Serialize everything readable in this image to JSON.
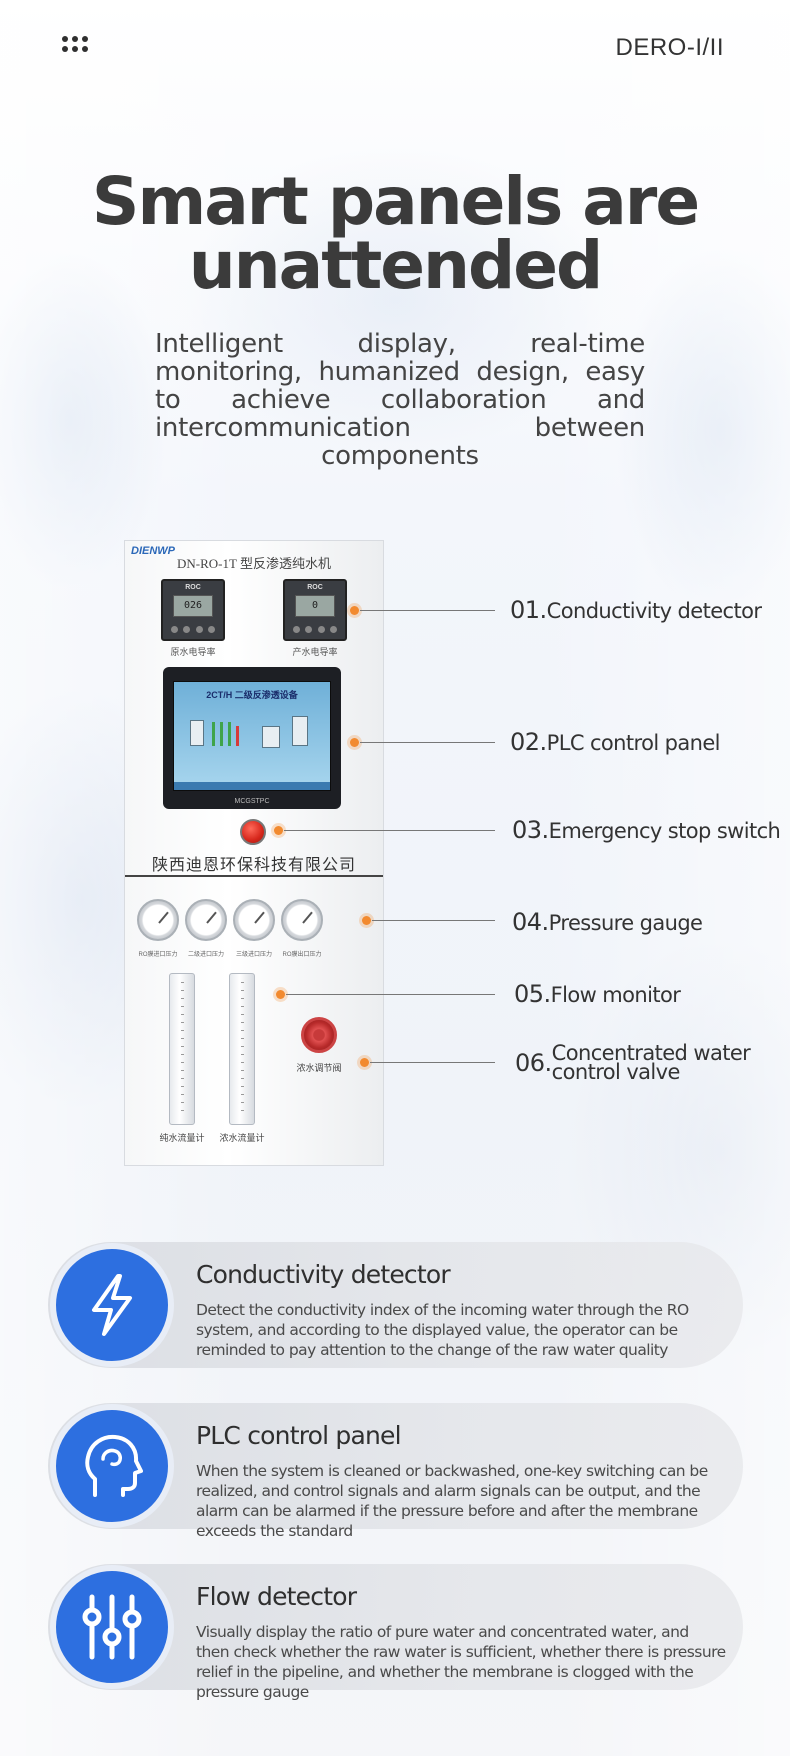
{
  "header": {
    "brand": "DERO-I/II"
  },
  "hero": {
    "title_line1": "Smart panels are",
    "title_line2": "unattended",
    "subtitle": "Intelligent display, real-time monitoring, humanized design, easy to achieve collaboration and intercommunication between components"
  },
  "equipment": {
    "brand_logo": "DIENWP",
    "model": "DN-RO-1T 型反渗透纯水机",
    "meter_left": {
      "logo": "ROC",
      "reading": "026",
      "label": "原水电导率"
    },
    "meter_right": {
      "logo": "ROC",
      "reading": "0",
      "label": "产水电导率"
    },
    "plc_title": "2CT/H 二级反渗透设备",
    "plc_brand": "MCGSTPC",
    "company": "陕西迪恩环保科技有限公司",
    "gauge_labels": [
      "RO膜进口压力",
      "二级进口压力",
      "三级进口压力",
      "RO膜出口压力"
    ],
    "flow_labels": [
      "纯水流量计",
      "浓水流量计"
    ],
    "valve_label": "浓水调节阀"
  },
  "callouts": [
    {
      "num": "01.",
      "label": "Conductivity detector"
    },
    {
      "num": "02.",
      "label": "PLC control panel"
    },
    {
      "num": "03.",
      "label": "Emergency stop switch"
    },
    {
      "num": "04.",
      "label": "Pressure gauge"
    },
    {
      "num": "05.",
      "label": "Flow monitor"
    },
    {
      "num": "06.",
      "label": "Concentrated water control valve"
    }
  ],
  "features": [
    {
      "icon": "lightning-icon",
      "title": "Conductivity detector",
      "description": "Detect the conductivity index of the incoming water through the RO system, and according to the displayed value, the operator can be reminded to pay attention to the change of the raw water quality"
    },
    {
      "icon": "head-icon",
      "title": "PLC control panel",
      "description": "When the system is cleaned or backwashed, one-key switching can be realized, and control signals and alarm signals can be output, and the alarm can be alarmed if the pressure before and after the membrane exceeds the standard"
    },
    {
      "icon": "sliders-icon",
      "title": "Flow detector",
      "description": "Visually display the ratio of pure water and concentrated water, and then check whether the raw water is sufficient, whether there is pressure relief in the pipeline, and whether the membrane is clogged with the pressure gauge"
    }
  ],
  "colors": {
    "accent_blue": "#2d6fe0",
    "callout_dot": "#f28a2f",
    "text_dark": "#333333"
  }
}
